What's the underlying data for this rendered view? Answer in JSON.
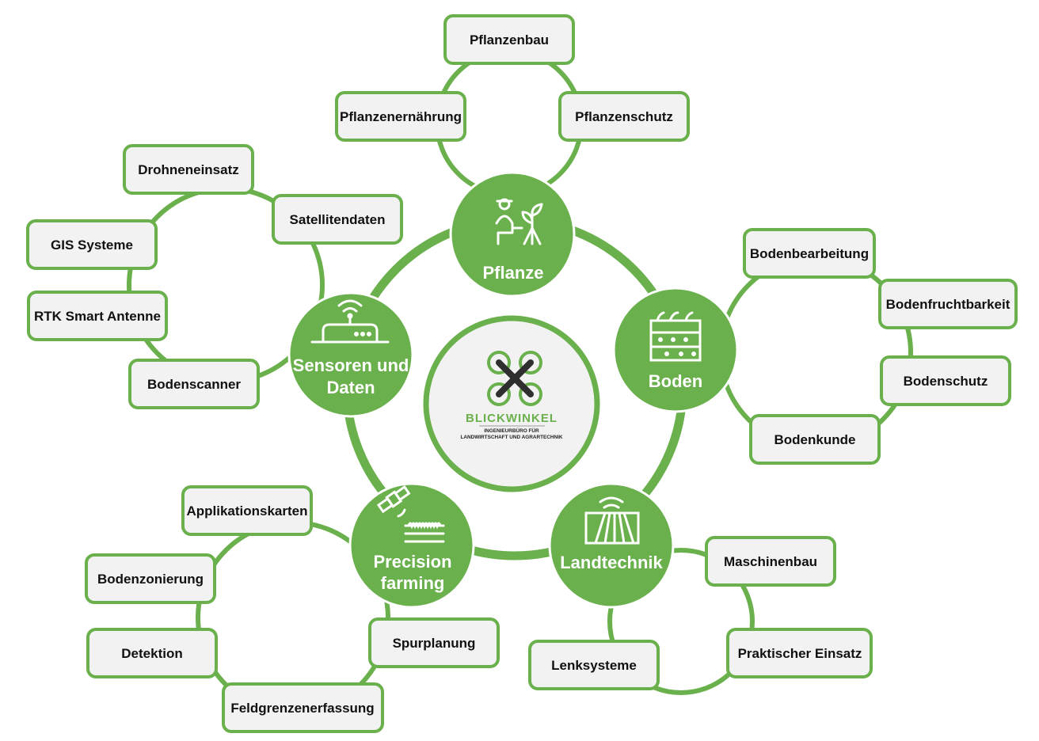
{
  "colors": {
    "accent": "#6ab04c",
    "box_fill": "#f2f2f2",
    "center_fill": "#f2f2f2",
    "text_dark": "#111111"
  },
  "logo": {
    "title": "BLICKWINKEL",
    "subtitle_line1": "INGENIEURBÜRO FÜR",
    "subtitle_line2": "LANDWIRTSCHAFT UND AGRARTECHNIK",
    "icon": "drone-icon"
  },
  "hubs": {
    "pflanze": {
      "label": "Pflanze",
      "icon": "farmer-plant-icon"
    },
    "boden": {
      "label": "Boden",
      "icon": "soil-layers-icon"
    },
    "landtechnik": {
      "label": "Landtechnik",
      "icon": "field-rows-icon"
    },
    "precision": {
      "line1": "Precision",
      "line2": "farming",
      "icon": "satellite-field-icon"
    },
    "sensoren": {
      "line1": "Sensoren und",
      "line2": "Daten",
      "icon": "wifi-antenna-icon"
    }
  },
  "leaves": {
    "pflanzenbau": "Pflanzenbau",
    "pflanzenernaehrung": "Pflanzenernährung",
    "pflanzenschutz": "Pflanzenschutz",
    "bodenbearbeitung": "Bodenbearbeitung",
    "bodenfruchtbarkeit": "Bodenfruchtbarkeit",
    "bodenschutz": "Bodenschutz",
    "bodenkunde": "Bodenkunde",
    "maschinenbau": "Maschinenbau",
    "praktischer_einsatz": "Praktischer Einsatz",
    "lenksysteme": "Lenksysteme",
    "applikationskarten": "Applikationskarten",
    "bodenzonierung": "Bodenzonierung",
    "detektion": "Detektion",
    "feldgrenzenerfassung": "Feldgrenzenerfassung",
    "spurplanung": "Spurplanung",
    "drohneneinsatz": "Drohneneinsatz",
    "satellitendaten": "Satellitendaten",
    "gis_systeme": "GIS Systeme",
    "rtk_smart_antenne": "RTK Smart Antenne",
    "bodenscanner": "Bodenscanner"
  }
}
